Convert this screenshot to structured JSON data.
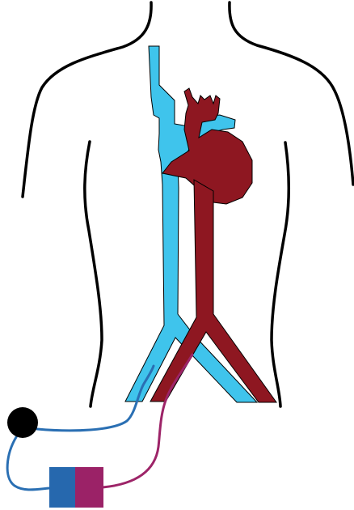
{
  "diagram": {
    "subject": "torso-with-heart-vessels-and-catheter-circuit",
    "colors": {
      "background": "#ffffff",
      "outline": "#000000",
      "vein": "#3fc4ec",
      "artery": "#8e1721",
      "drainage_line": "#2a6fb3",
      "return_line": "#9d2468",
      "pump_blue": "#2668ae",
      "pump_magenta": "#9b2267",
      "node": "#000000"
    },
    "parts": [
      "body-outline-icon",
      "vena-cava-icon",
      "heart-icon",
      "aorta-icon",
      "iliac-vessels-icon",
      "drainage-cannula-line",
      "return-cannula-line",
      "connector-node-icon",
      "pump-unit-icon"
    ]
  }
}
